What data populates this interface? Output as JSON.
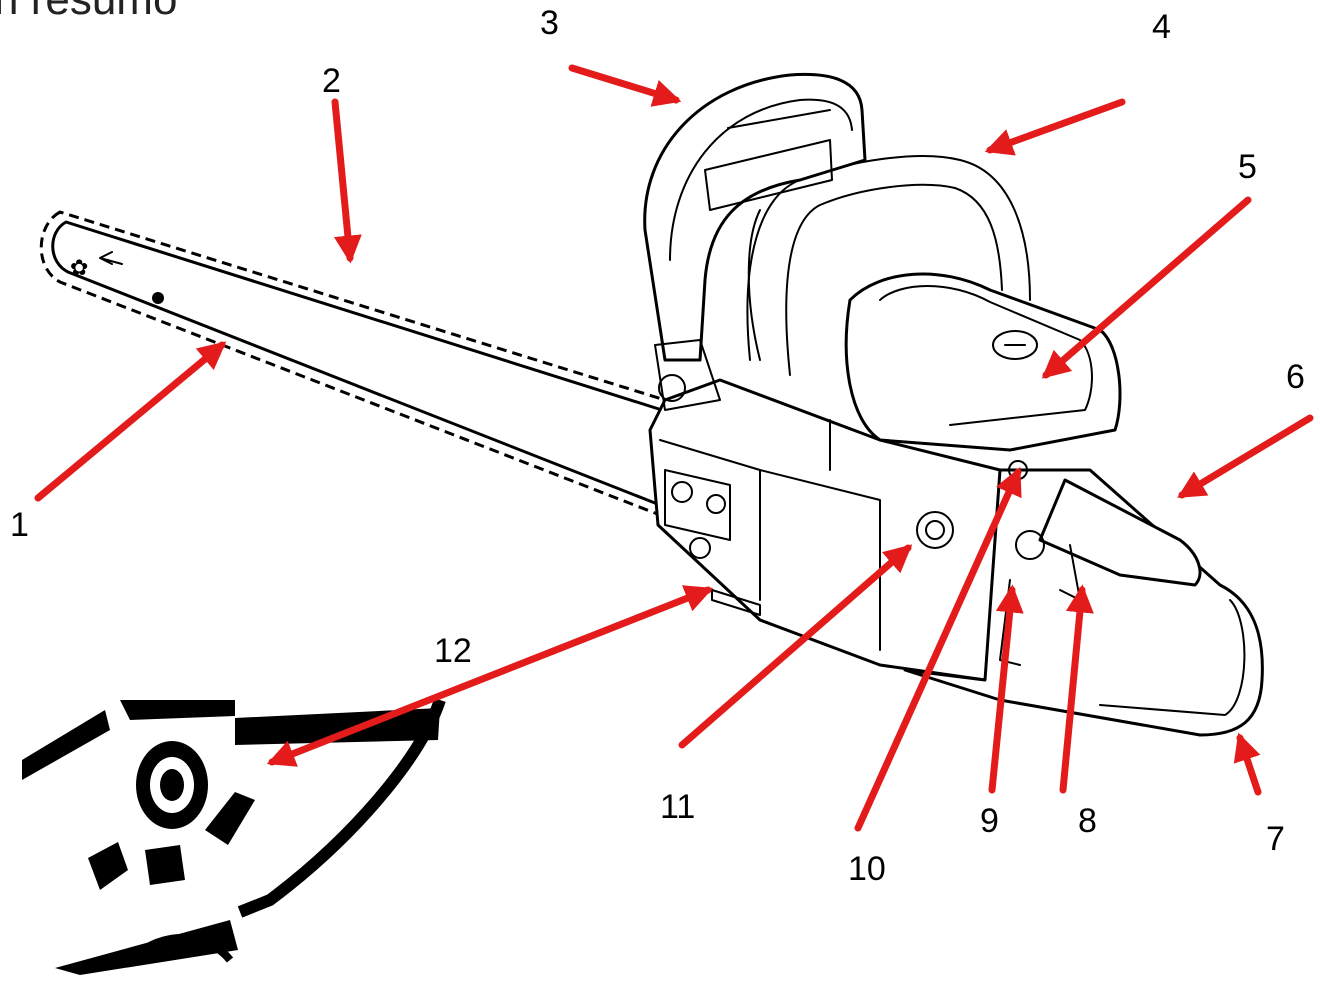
{
  "heading": "n resumo",
  "colors": {
    "arrow": "#e31b1b",
    "outline": "#000000",
    "background": "#ffffff"
  },
  "callouts": [
    "1",
    "2",
    "3",
    "4",
    "5",
    "6",
    "7",
    "8",
    "9",
    "10",
    "11",
    "12"
  ]
}
